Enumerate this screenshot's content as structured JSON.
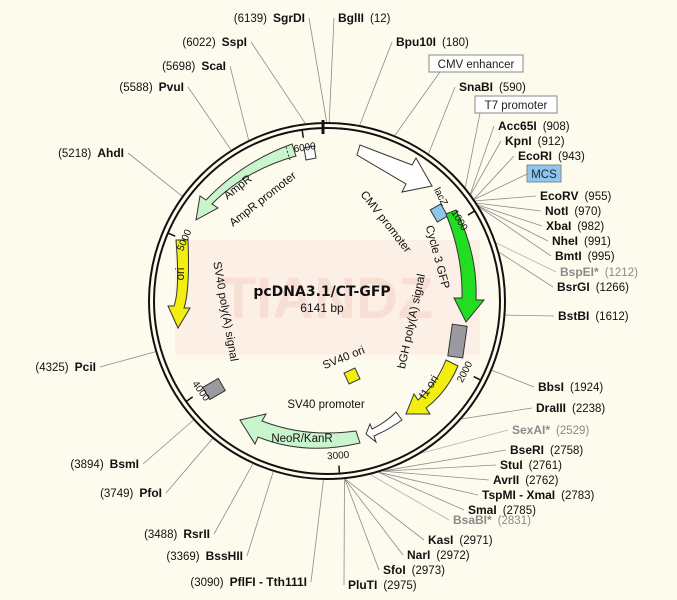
{
  "plasmid": {
    "name": "pcDNA3.1/CT-GFP",
    "size_label": "6141 bp",
    "length_bp": 6141
  },
  "watermark": "TIANDZ",
  "ticks": [
    {
      "bp": 1000,
      "label": "1000"
    },
    {
      "bp": 2000,
      "label": "2000"
    },
    {
      "bp": 3000,
      "label": "3000"
    },
    {
      "bp": 4000,
      "label": "4000"
    },
    {
      "bp": 5000,
      "label": "5000"
    },
    {
      "bp": 6000,
      "label": "6000"
    }
  ],
  "sites_top": [
    {
      "id": "sgrdi",
      "name": "SgrDI",
      "pos": "(6139)",
      "bp": 6139
    },
    {
      "id": "bglii",
      "name": "BglII",
      "pos": "(12)",
      "bp": 12
    },
    {
      "id": "sspi",
      "name": "SspI",
      "pos": "(6022)",
      "bp": 6022
    },
    {
      "id": "bpu10i",
      "name": "Bpu10I",
      "pos": "(180)",
      "bp": 180
    },
    {
      "id": "scai",
      "name": "ScaI",
      "pos": "(5698)",
      "bp": 5698
    },
    {
      "id": "pvui",
      "name": "PvuI",
      "pos": "(5588)",
      "bp": 5588
    },
    {
      "id": "snabi",
      "name": "SnaBI",
      "pos": "(590)",
      "bp": 590
    }
  ],
  "sites_right": [
    {
      "id": "acc65i",
      "name": "Acc65I",
      "pos": "(908)",
      "bp": 908
    },
    {
      "id": "kpni",
      "name": "KpnI",
      "pos": "(912)",
      "bp": 912
    },
    {
      "id": "ecori",
      "name": "EcoRI",
      "pos": "(943)",
      "bp": 943
    },
    {
      "id": "ecorv",
      "name": "EcoRV",
      "pos": "(955)",
      "bp": 955
    },
    {
      "id": "noti",
      "name": "NotI",
      "pos": "(970)",
      "bp": 970
    },
    {
      "id": "xbai",
      "name": "XbaI",
      "pos": "(982)",
      "bp": 982
    },
    {
      "id": "nhei",
      "name": "NheI",
      "pos": "(991)",
      "bp": 991
    },
    {
      "id": "bmti",
      "name": "BmtI",
      "pos": "(995)",
      "bp": 995
    },
    {
      "id": "bspei",
      "name": "BspEI*",
      "pos": "(1212)",
      "bp": 1212,
      "gray": true
    },
    {
      "id": "bsrgi",
      "name": "BsrGI",
      "pos": "(1266)",
      "bp": 1266
    },
    {
      "id": "bstbi",
      "name": "BstBI",
      "pos": "(1612)",
      "bp": 1612
    },
    {
      "id": "bbsi",
      "name": "BbsI",
      "pos": "(1924)",
      "bp": 1924
    },
    {
      "id": "draiii",
      "name": "DraIII",
      "pos": "(2238)",
      "bp": 2238
    },
    {
      "id": "sexai",
      "name": "SexAI*",
      "pos": "(2529)",
      "bp": 2529,
      "gray": true
    },
    {
      "id": "bseri",
      "name": "BseRI",
      "pos": "(2758)",
      "bp": 2758
    },
    {
      "id": "stui",
      "name": "StuI",
      "pos": "(2761)",
      "bp": 2761
    },
    {
      "id": "avrii",
      "name": "AvrII",
      "pos": "(2762)",
      "bp": 2762
    },
    {
      "id": "tspmi",
      "name": "TspMI - XmaI",
      "pos": "(2783)",
      "bp": 2783
    },
    {
      "id": "smai",
      "name": "SmaI",
      "pos": "(2785)",
      "bp": 2785
    },
    {
      "id": "bsabi",
      "name": "BsaBI*",
      "pos": "(2831)",
      "bp": 2831,
      "gray": true
    },
    {
      "id": "kasi",
      "name": "KasI",
      "pos": "(2971)",
      "bp": 2971
    },
    {
      "id": "nari",
      "name": "NarI",
      "pos": "(2972)",
      "bp": 2972
    },
    {
      "id": "sfoi",
      "name": "SfoI",
      "pos": "(2973)",
      "bp": 2973
    },
    {
      "id": "pluti",
      "name": "PluTI",
      "pos": "(2975)",
      "bp": 2975
    }
  ],
  "sites_left": [
    {
      "id": "ahdi",
      "name": "AhdI",
      "pos": "(5218)",
      "bp": 5218
    },
    {
      "id": "pcii",
      "name": "PciI",
      "pos": "(4325)",
      "bp": 4325
    },
    {
      "id": "bsmi",
      "name": "BsmI",
      "pos": "(3894)",
      "bp": 3894
    },
    {
      "id": "pfoi",
      "name": "PfoI",
      "pos": "(3749)",
      "bp": 3749
    },
    {
      "id": "rsrii",
      "name": "RsrII",
      "pos": "(3488)",
      "bp": 3488
    },
    {
      "id": "bsshii",
      "name": "BssHII",
      "pos": "(3369)",
      "bp": 3369
    },
    {
      "id": "pflfi",
      "name": "PflFI - Tth111I",
      "pos": "(3090)",
      "bp": 3090
    }
  ],
  "tags": {
    "cmv_enhancer": "CMV enhancer",
    "t7_promoter": "T7 promoter",
    "mcs": "MCS",
    "cmv_enhancer_bp": 380,
    "t7_promoter_bp": 863,
    "mcs_bp": 945
  },
  "features": {
    "cmv_promoter": "CMV promoter",
    "cycle3_gfp": "Cycle 3 GFP",
    "bgh_polya": "bGH poly(A) signal",
    "f1_ori": "f1 ori",
    "sv40_promoter": "SV40 promoter",
    "neor_kanr": "NeoR/KanR",
    "sv40_ori": "SV40 ori",
    "sv40_polya": "SV40 poly(A) signal",
    "ori": "ori",
    "ampr": "AmpR",
    "ampr_promoter": "AmpR promoter",
    "lacz": "lacZ"
  },
  "colors": {
    "background": "#fdfbee",
    "backbone": "#111111",
    "promoter_fill": "#ffffff",
    "gfp_green": "#22dd22",
    "ori_yellow": "#f2ef10",
    "resistance_fill": "#c9f5cc",
    "terminator_gray": "#9a9aa0",
    "mcs_blue": "#8ec6ef",
    "tag_border": "#888888"
  }
}
